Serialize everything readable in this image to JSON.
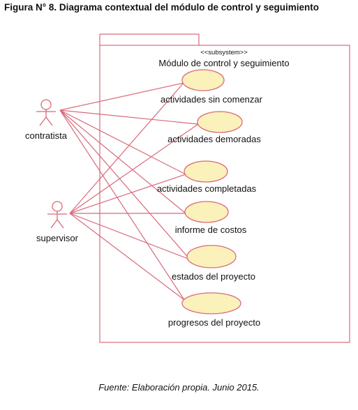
{
  "figure": {
    "caption": "Figura N° 8. Diagrama contextual del módulo de control y seguimiento",
    "source": "Fuente: Elaboración propia. Junio 2015."
  },
  "subsystem": {
    "stereotype": "<<subsystem>>",
    "name": "Módulo de control y seguimiento"
  },
  "actors": [
    {
      "id": "contratista",
      "label": "contratista"
    },
    {
      "id": "supervisor",
      "label": "supervisor"
    }
  ],
  "use_cases": [
    {
      "id": "uc1",
      "label": "actividades sin comenzar"
    },
    {
      "id": "uc2",
      "label": "actividades demoradas"
    },
    {
      "id": "uc3",
      "label": "actividades completadas"
    },
    {
      "id": "uc4",
      "label": "informe de costos"
    },
    {
      "id": "uc5",
      "label": "estados del proyecto"
    },
    {
      "id": "uc6",
      "label": "progresos del proyecto"
    }
  ],
  "associations": [
    {
      "actor": "contratista",
      "use_case": "uc1"
    },
    {
      "actor": "contratista",
      "use_case": "uc2"
    },
    {
      "actor": "contratista",
      "use_case": "uc3"
    },
    {
      "actor": "contratista",
      "use_case": "uc4"
    },
    {
      "actor": "contratista",
      "use_case": "uc5"
    },
    {
      "actor": "contratista",
      "use_case": "uc6"
    },
    {
      "actor": "supervisor",
      "use_case": "uc1"
    },
    {
      "actor": "supervisor",
      "use_case": "uc2"
    },
    {
      "actor": "supervisor",
      "use_case": "uc3"
    },
    {
      "actor": "supervisor",
      "use_case": "uc4"
    },
    {
      "actor": "supervisor",
      "use_case": "uc5"
    },
    {
      "actor": "supervisor",
      "use_case": "uc6"
    }
  ],
  "colors": {
    "line": "#d86a7a",
    "ellipse_fill": "#fbf1ba",
    "ellipse_stroke": "#d86a7a"
  }
}
